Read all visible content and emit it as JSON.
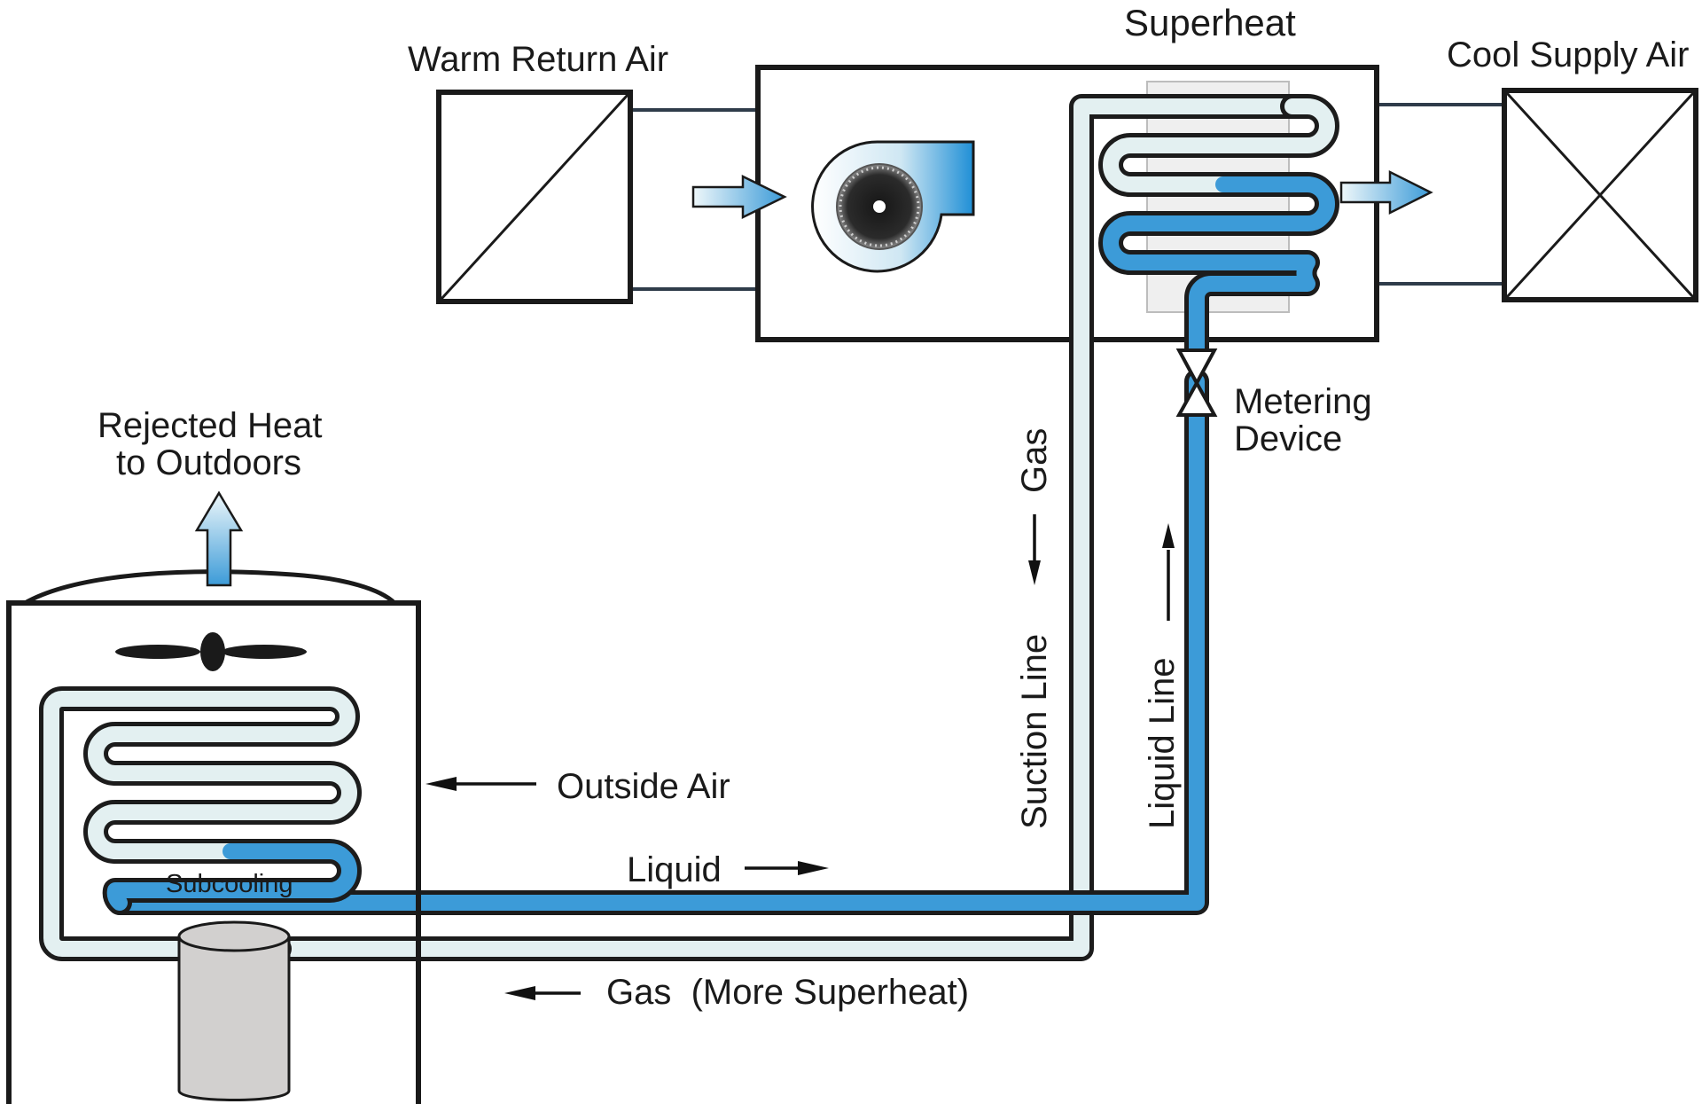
{
  "labels": {
    "warm_return_air": "Warm Return Air",
    "superheat": "Superheat",
    "cool_supply_air": "Cool Supply Air",
    "rejected_heat_line1": "Rejected Heat",
    "rejected_heat_line2": "to Outdoors",
    "metering_device_line1": "Metering",
    "metering_device_line2": "Device",
    "gas_vertical": "Gas",
    "suction_line": "Suction Line",
    "liquid_line": "Liquid Line",
    "outside_air": "Outside Air",
    "liquid": "Liquid",
    "subcooling": "Subcooling",
    "gas_more_superheat": "Gas  (More Superheat)"
  },
  "colors": {
    "gas_refrigerant": "#e3f0f1",
    "liquid_refrigerant": "#3c9bd8",
    "outline": "#1a1a1a",
    "compressor": "#d2d0cf",
    "air_arrow_light": "#e8f4f8",
    "air_arrow_dark": "#3c9bd8"
  },
  "icons": {
    "blower": "blower-fan-icon",
    "condenser_fan": "propeller-fan-icon",
    "metering_valve": "expansion-valve-icon",
    "compressor": "compressor-icon",
    "filter": "filter-icon",
    "supply_register": "supply-register-icon"
  }
}
